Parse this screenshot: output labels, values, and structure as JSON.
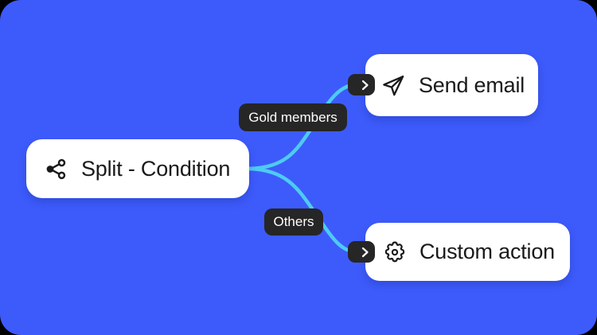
{
  "canvas": {
    "background_color": "#3D5BFB",
    "edge_color": "#4ECBF2",
    "card_color": "#FFFFFF",
    "pill_color": "#262626"
  },
  "diagram": {
    "type": "workflow-branch",
    "source_node": {
      "label": "Split - Condition",
      "icon": "share-split-icon"
    },
    "branches": [
      {
        "condition_label": "Gold members",
        "target": {
          "label": "Send email",
          "icon": "paper-plane-icon",
          "port_icon": "chevron-right-icon"
        }
      },
      {
        "condition_label": "Others",
        "target": {
          "label": "Custom action",
          "icon": "gear-icon",
          "port_icon": "chevron-right-icon"
        }
      }
    ]
  }
}
